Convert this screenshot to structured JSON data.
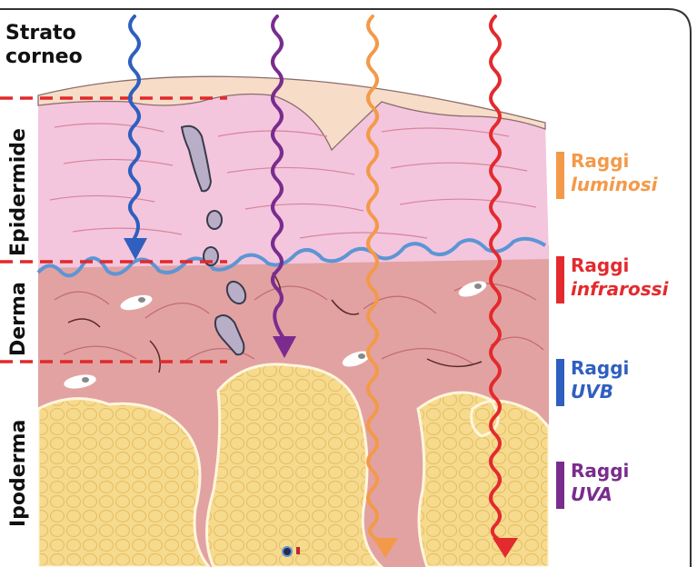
{
  "labels": {
    "strato": "Strato corneo",
    "epidermide": "Epidermide",
    "derma": "Derma",
    "ipoderma": "Ipoderma"
  },
  "legend": [
    {
      "line1": "Raggi",
      "line2": "luminosi",
      "color": "#f39a4a"
    },
    {
      "line1": "Raggi",
      "line2": "infrarossi",
      "color": "#e32a2e"
    },
    {
      "line1": "Raggi",
      "line2": "UVB",
      "color": "#2f5fbf"
    },
    {
      "line1": "Raggi",
      "line2": "UVA",
      "color": "#7a2c8e"
    }
  ],
  "colors": {
    "epidermis": "#f2c7dc",
    "dermis": "#e3a3a3",
    "fat": "#f5d784",
    "separator": "#e02a2a",
    "basal_line": "#6a9fd8",
    "uvb": "#2f5fbf",
    "uva": "#7a2c8e",
    "visible": "#f39a4a",
    "infrared": "#e32a2e"
  }
}
